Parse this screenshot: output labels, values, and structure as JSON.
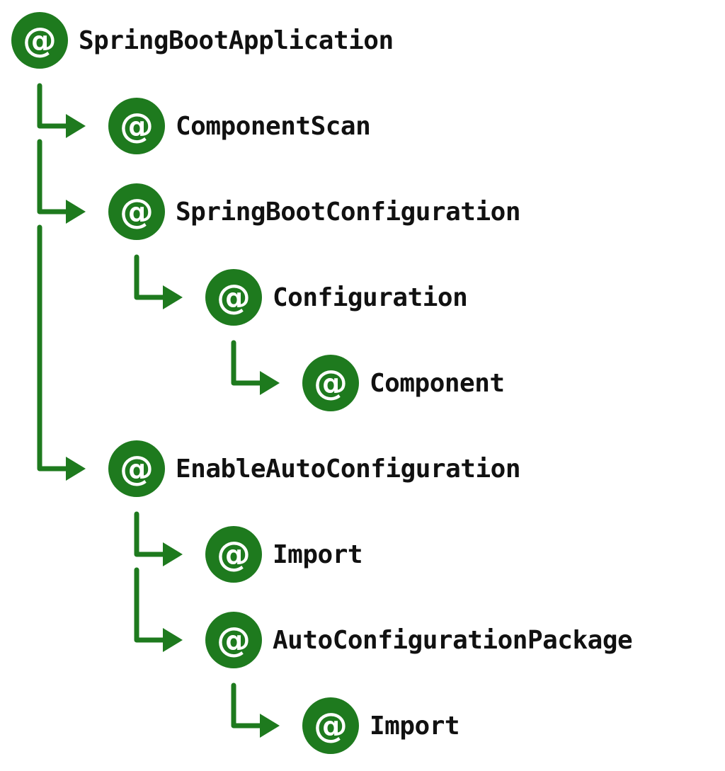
{
  "colors": {
    "accent": "#1e7a1e",
    "text": "#111111"
  },
  "badge_icon": "at-sign-icon",
  "badge_symbol": "@",
  "nodes": [
    {
      "label": "SpringBootApplication",
      "depth": 0
    },
    {
      "label": "ComponentScan",
      "depth": 1
    },
    {
      "label": "SpringBootConfiguration",
      "depth": 1
    },
    {
      "label": "Configuration",
      "depth": 2
    },
    {
      "label": "Component",
      "depth": 3
    },
    {
      "label": "EnableAutoConfiguration",
      "depth": 1
    },
    {
      "label": "Import",
      "depth": 2
    },
    {
      "label": "AutoConfigurationPackage",
      "depth": 2
    },
    {
      "label": "Import",
      "depth": 3
    }
  ],
  "edges": [
    {
      "from": 0,
      "to": 1
    },
    {
      "from": 0,
      "to": 2
    },
    {
      "from": 0,
      "to": 5
    },
    {
      "from": 2,
      "to": 3
    },
    {
      "from": 3,
      "to": 4
    },
    {
      "from": 5,
      "to": 6
    },
    {
      "from": 5,
      "to": 7
    },
    {
      "from": 7,
      "to": 8
    }
  ]
}
